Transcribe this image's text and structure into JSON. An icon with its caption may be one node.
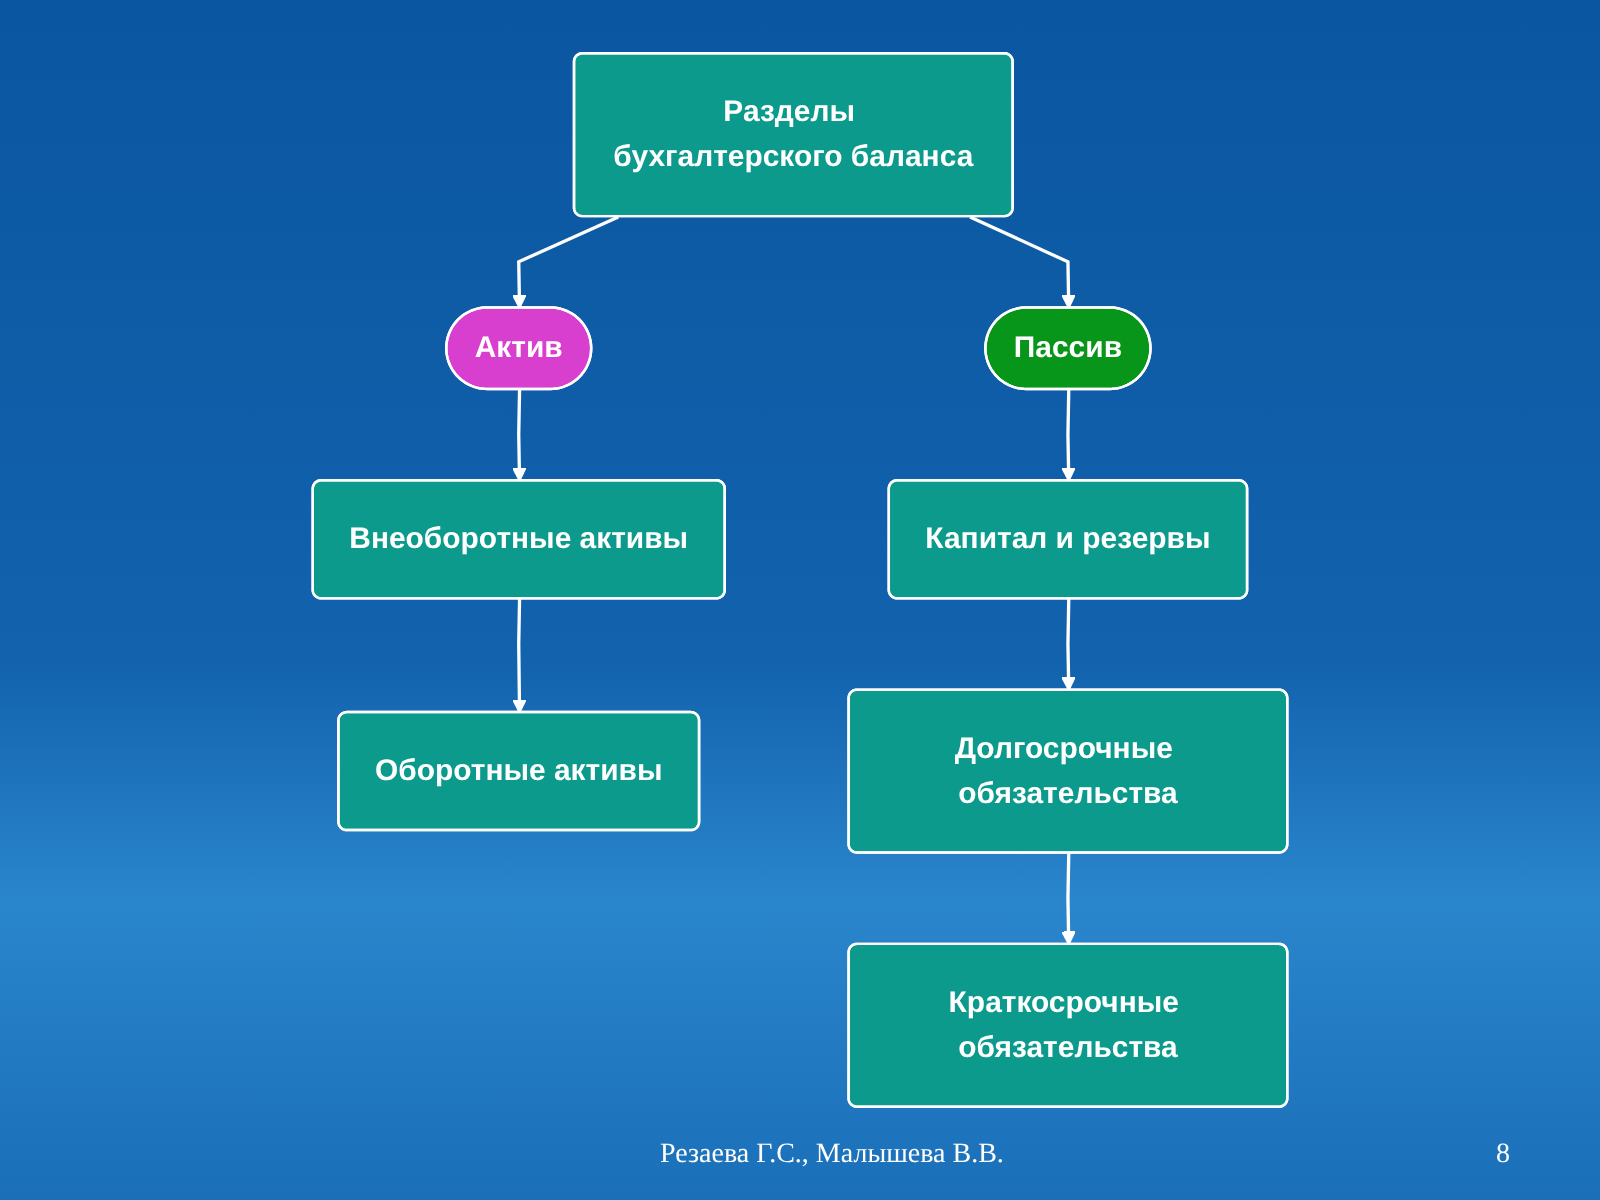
{
  "diagram": {
    "nodes": [
      {
        "text": [
          "Разделы бухгалтерского баланса"
        ]
      },
      {
        "text": [
          "Актив"
        ]
      },
      {
        "text": [
          "Пассив"
        ]
      },
      {
        "text": [
          "Внеоборотные активы"
        ]
      },
      {
        "text": [
          "Оборотные активы"
        ]
      },
      {
        "text": [
          "Капитал и резервы"
        ]
      },
      {
        "text": [
          "Долгосрочные обязательства"
        ]
      },
      {
        "text": [
          "Краткосрочные обязательства"
        ]
      }
    ],
    "edges": [
      {
        "from": 0,
        "to": 1,
        "arrow": "to"
      },
      {
        "from": 0,
        "to": 2,
        "arrow": "to"
      },
      {
        "from": 1,
        "to": 3,
        "arrow": "to"
      },
      {
        "from": 3,
        "to": 4,
        "arrow": "to"
      },
      {
        "from": 2,
        "to": 5,
        "arrow": "to"
      },
      {
        "from": 5,
        "to": 6,
        "arrow": "to"
      },
      {
        "from": 6,
        "to": 7,
        "arrow": "to"
      }
    ],
    "labels": [
      "Резаева Г.С., Малышева В.В.",
      "8"
    ]
  }
}
